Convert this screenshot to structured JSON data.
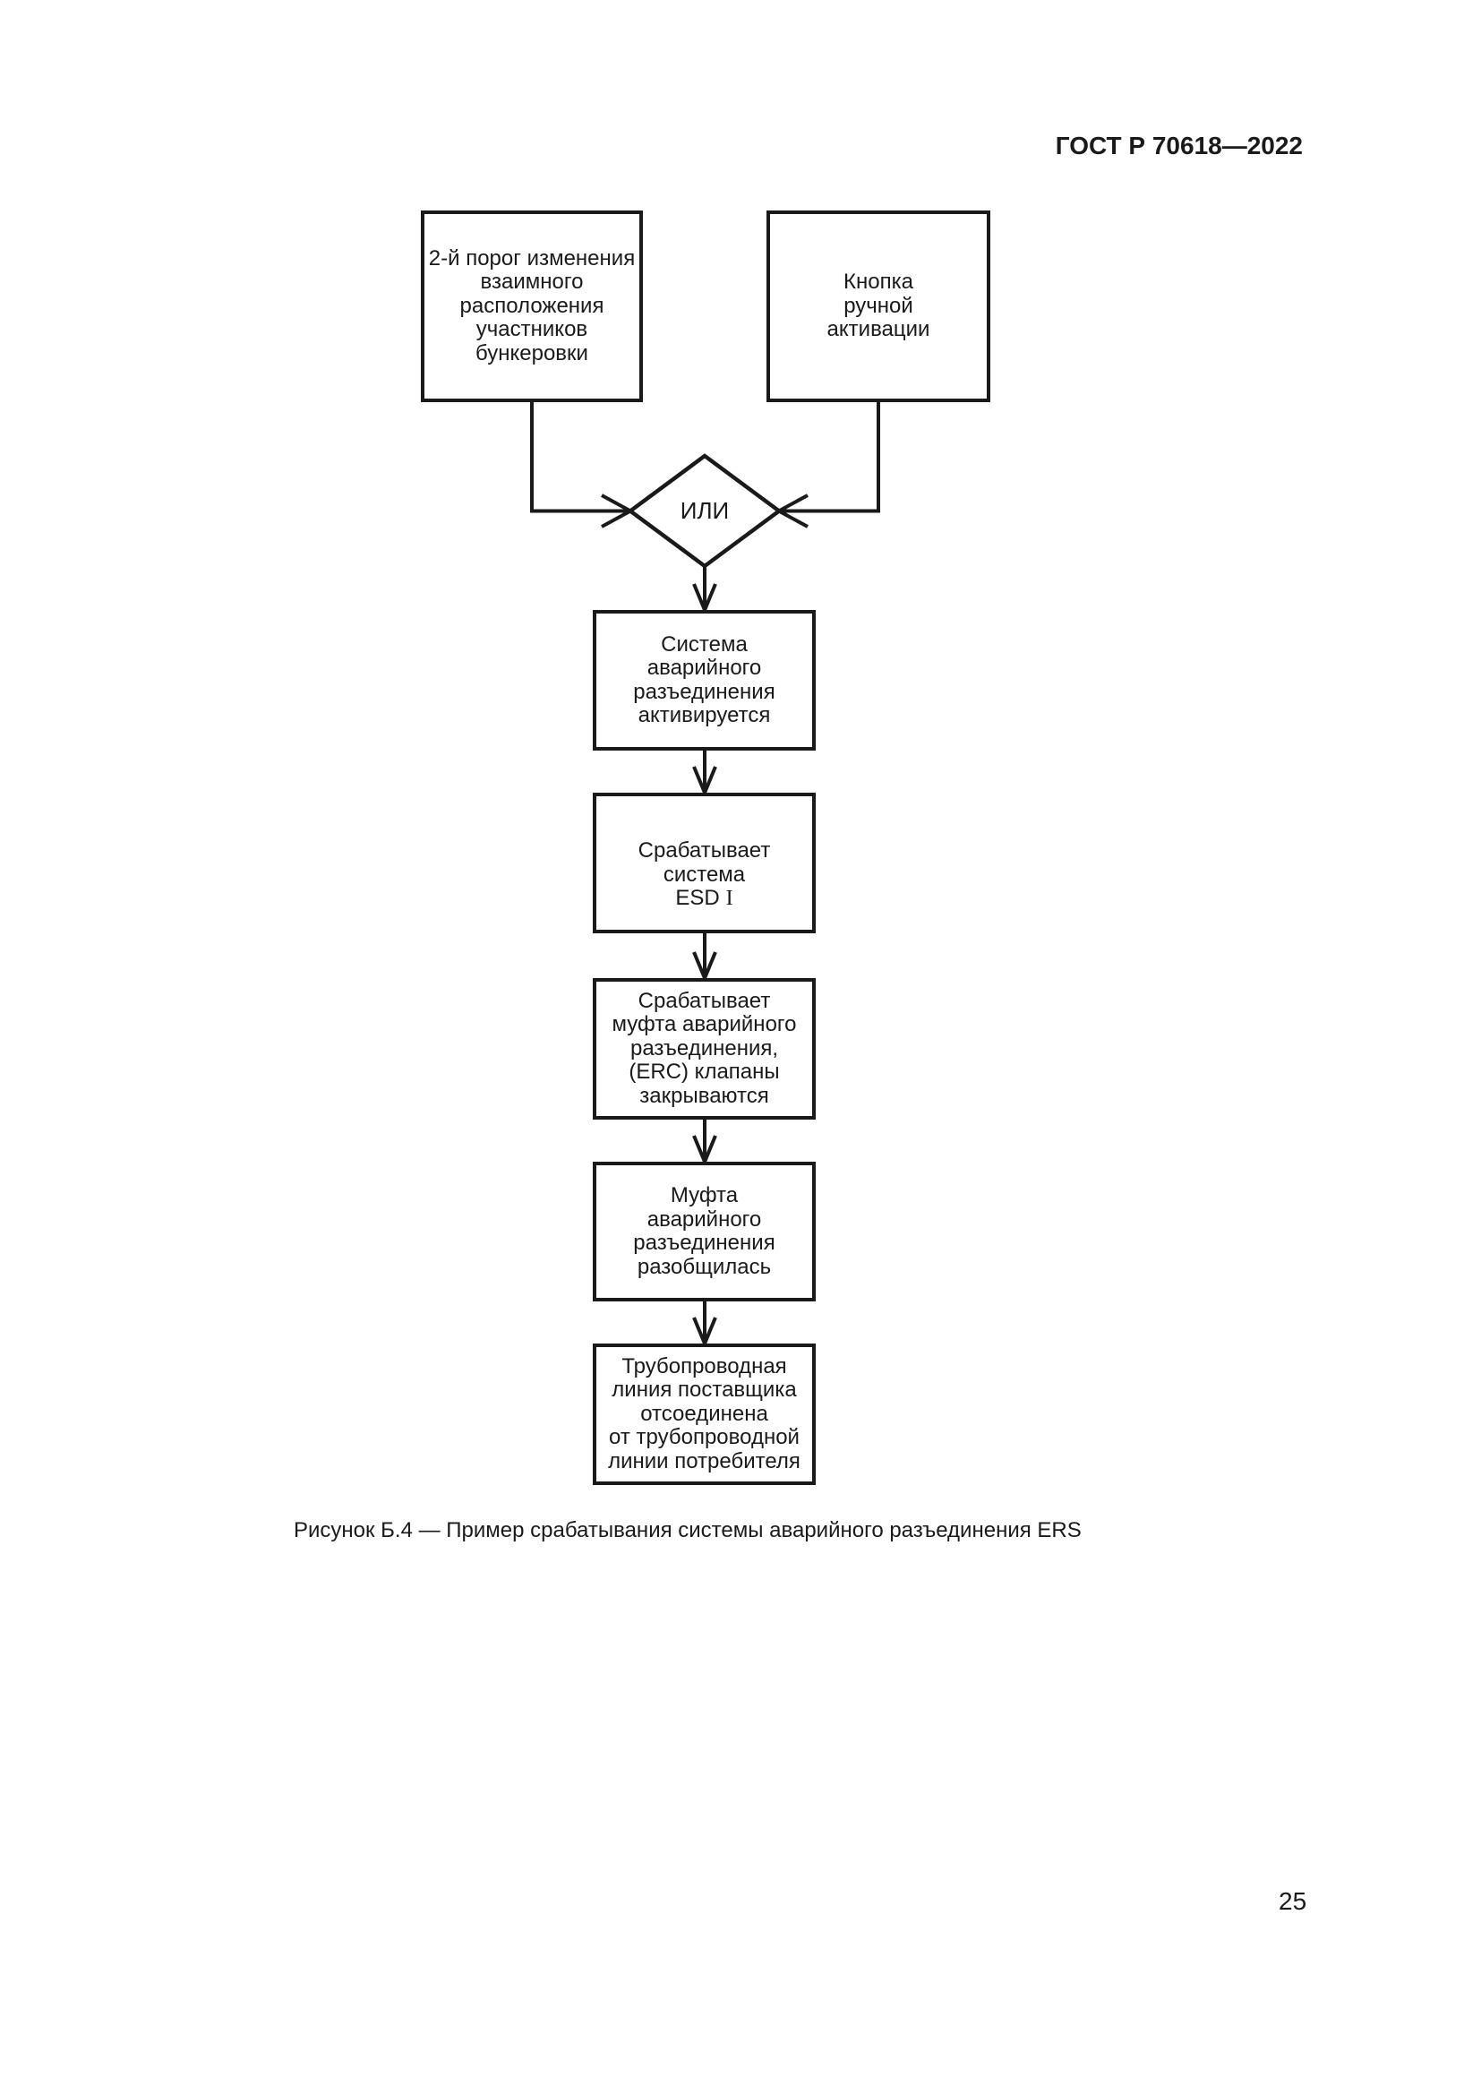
{
  "page": {
    "header_title": "ГОСТ Р 70618—2022",
    "figure_caption": "Рисунок Б.4 — Пример срабатывания системы аварийного разъединения ERS",
    "page_number": "25"
  },
  "flowchart": {
    "or_gate_label": "ИЛИ",
    "nodes": [
      {
        "label": "2-й порог изменения\nвзаимного\nрасположения\nучастников\nбункеровки"
      },
      {
        "label": "Кнопка\nручной\nактивации"
      },
      {
        "label": "Система\nаварийного\nразъединения\nактивируется"
      },
      {
        "label": "Срабатывает\nсистема\nESD",
        "roman_suffix": "I"
      },
      {
        "label": "Срабатывает\nмуфта аварийного\nразъединения,\n(ERC) клапаны\nзакрываются"
      },
      {
        "label": "Муфта\nаварийного\nразъединения\nразобщилась"
      },
      {
        "label": "Трубопроводная\nлиния поставщика\nотсоединена\nот трубопроводной\nлинии потребителя"
      }
    ]
  }
}
